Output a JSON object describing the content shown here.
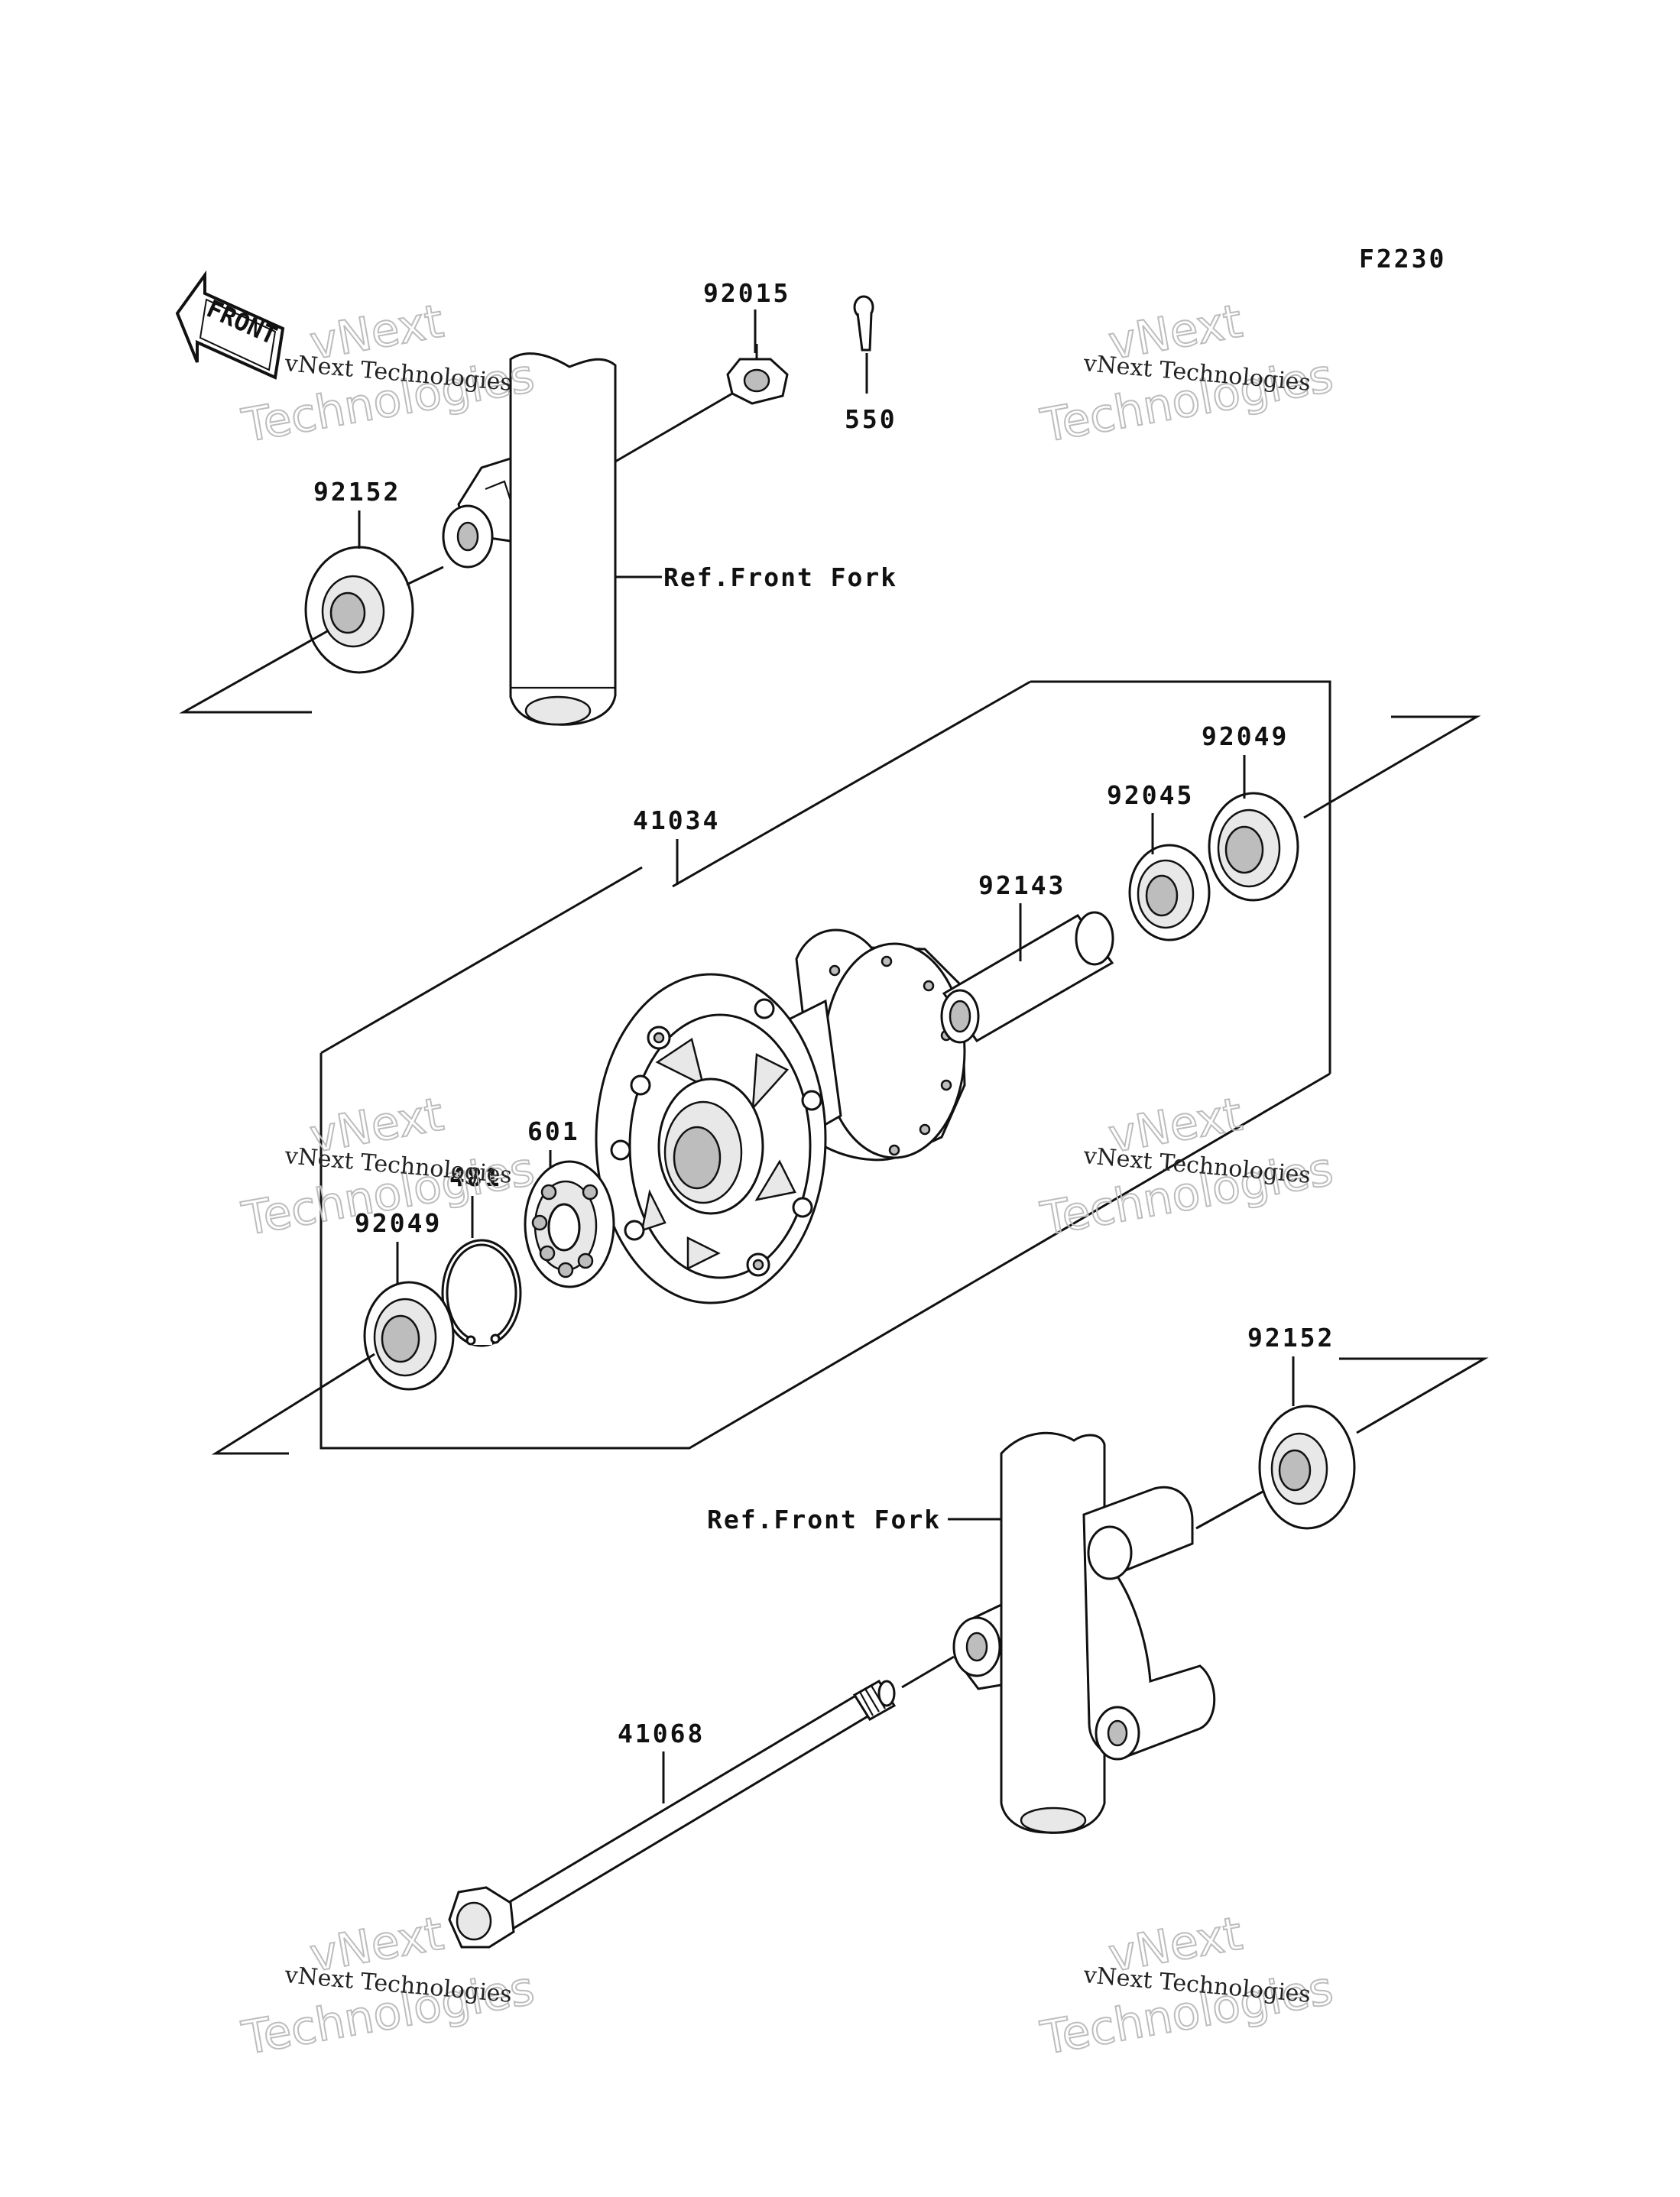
{
  "diagram_code": "F2230",
  "front_arrow_label": "FRONT",
  "ref_labels": {
    "upper_fork": "Ref.Front Fork",
    "lower_fork": "Ref.Front Fork"
  },
  "part_numbers": {
    "nut": "92015",
    "cotter_pin": "550",
    "collar_upper": "92152",
    "hub": "41034",
    "seal_right": "92049",
    "bearing_right": "92045",
    "spacer": "92143",
    "bearing_left": "601",
    "circlip": "481",
    "seal_left": "92049",
    "collar_lower": "92152",
    "axle": "41068"
  },
  "watermark": {
    "line1": "vNext",
    "line2": "Technologies",
    "small": "vNext Technologies"
  }
}
